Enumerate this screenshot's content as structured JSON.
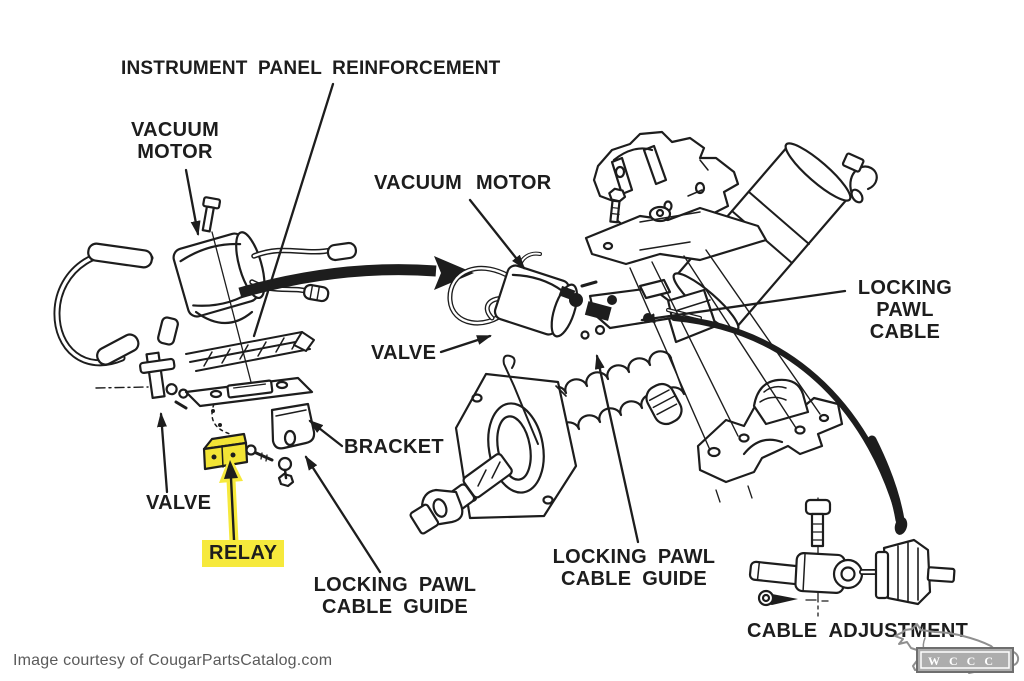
{
  "canvas": {
    "background": "#ffffff",
    "ink": "#1d1d1d"
  },
  "labels": {
    "instrument_panel_reinforcement": "INSTRUMENT PANEL REINFORCEMENT",
    "vacuum_motor_left": {
      "line1": "VACUUM",
      "line2": "MOTOR"
    },
    "vacuum_motor_center": "VACUUM MOTOR",
    "valve_center": "VALVE",
    "locking_pawl_cable": {
      "line1": "LOCKING",
      "line2": "PAWL",
      "line3": "CABLE"
    },
    "valve_left": "VALVE",
    "bracket": "BRACKET",
    "relay": "RELAY",
    "locking_pawl_cable_guide_left": {
      "line1": "LOCKING PAWL",
      "line2": "CABLE GUIDE"
    },
    "locking_pawl_cable_guide_right": {
      "line1": "LOCKING PAWL",
      "line2": "CABLE GUIDE"
    },
    "cable_adjustment": "CABLE ADJUSTMENT"
  },
  "colors": {
    "ink": "#1d1d1d",
    "relay_highlight": "#f6e93c",
    "relay_part_fill": "#f2e435",
    "logo_gray": "#8f8f8f",
    "credit_gray": "#5a5a5a"
  },
  "footer": {
    "credit": "Image courtesy of CougarPartsCatalog.com"
  },
  "logo": {
    "text": "WCCC"
  }
}
